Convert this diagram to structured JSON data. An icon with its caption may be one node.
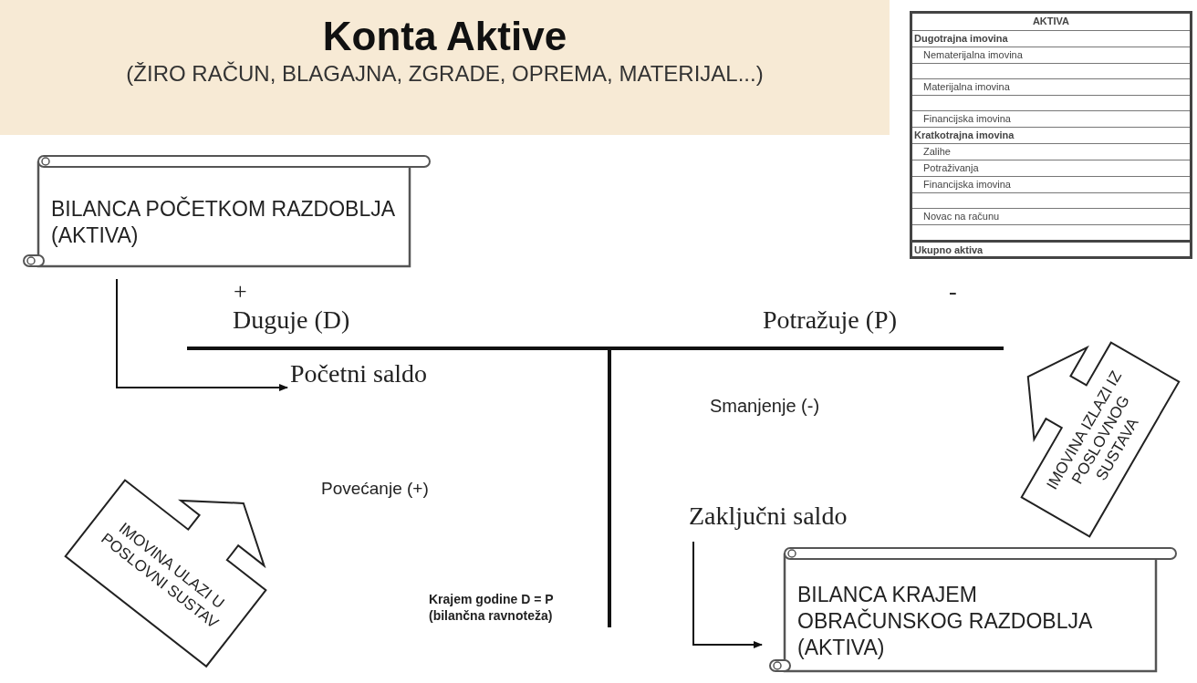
{
  "diagram": {
    "title": "Konta Aktive",
    "nodes": [
      {
        "text": [
          "BILANCA POČETKOM RAZDOBLJA (AKTIVA)"
        ]
      },
      {
        "text": [
          "Početni saldo"
        ]
      },
      {
        "text": [
          "Zaključni saldo"
        ]
      },
      {
        "text": [
          "BILANCA KRAJEM OBRAČUNSKOG RAZDOBLJA (AKTIVA)"
        ]
      },
      {
        "text": [
          "IMOVINA ULAZI U POSLOVNI SUSTAV"
        ]
      },
      {
        "text": [
          "IMOVINA IZLAZI IZ POSLOVNOG SUSTAVA"
        ]
      }
    ],
    "edges": [
      {
        "from": 0,
        "to": 1,
        "arrow": "to"
      },
      {
        "from": 2,
        "to": 3,
        "arrow": "to"
      }
    ],
    "labels": [
      "(ŽIRO RAČUN, BLAGAJNA, ZGRADE, OPREMA, MATERIJAL...)",
      "+",
      "-",
      "Duguje (D)",
      "Potražuje (P)",
      "Smanjenje (-)",
      "Povećanje (+)",
      "Krajem godine D = P (bilančna ravnoteža)",
      "AKTIVA",
      "Dugotrajna imovina",
      "Nematerijalna imovina",
      "Materijalna imovina",
      "Financijska imovina",
      "Kratkotrajna imovina",
      "Zalihe",
      "Potraživanja",
      "Financijska imovina",
      "Novac na računu",
      "Ukupno aktiva"
    ]
  }
}
